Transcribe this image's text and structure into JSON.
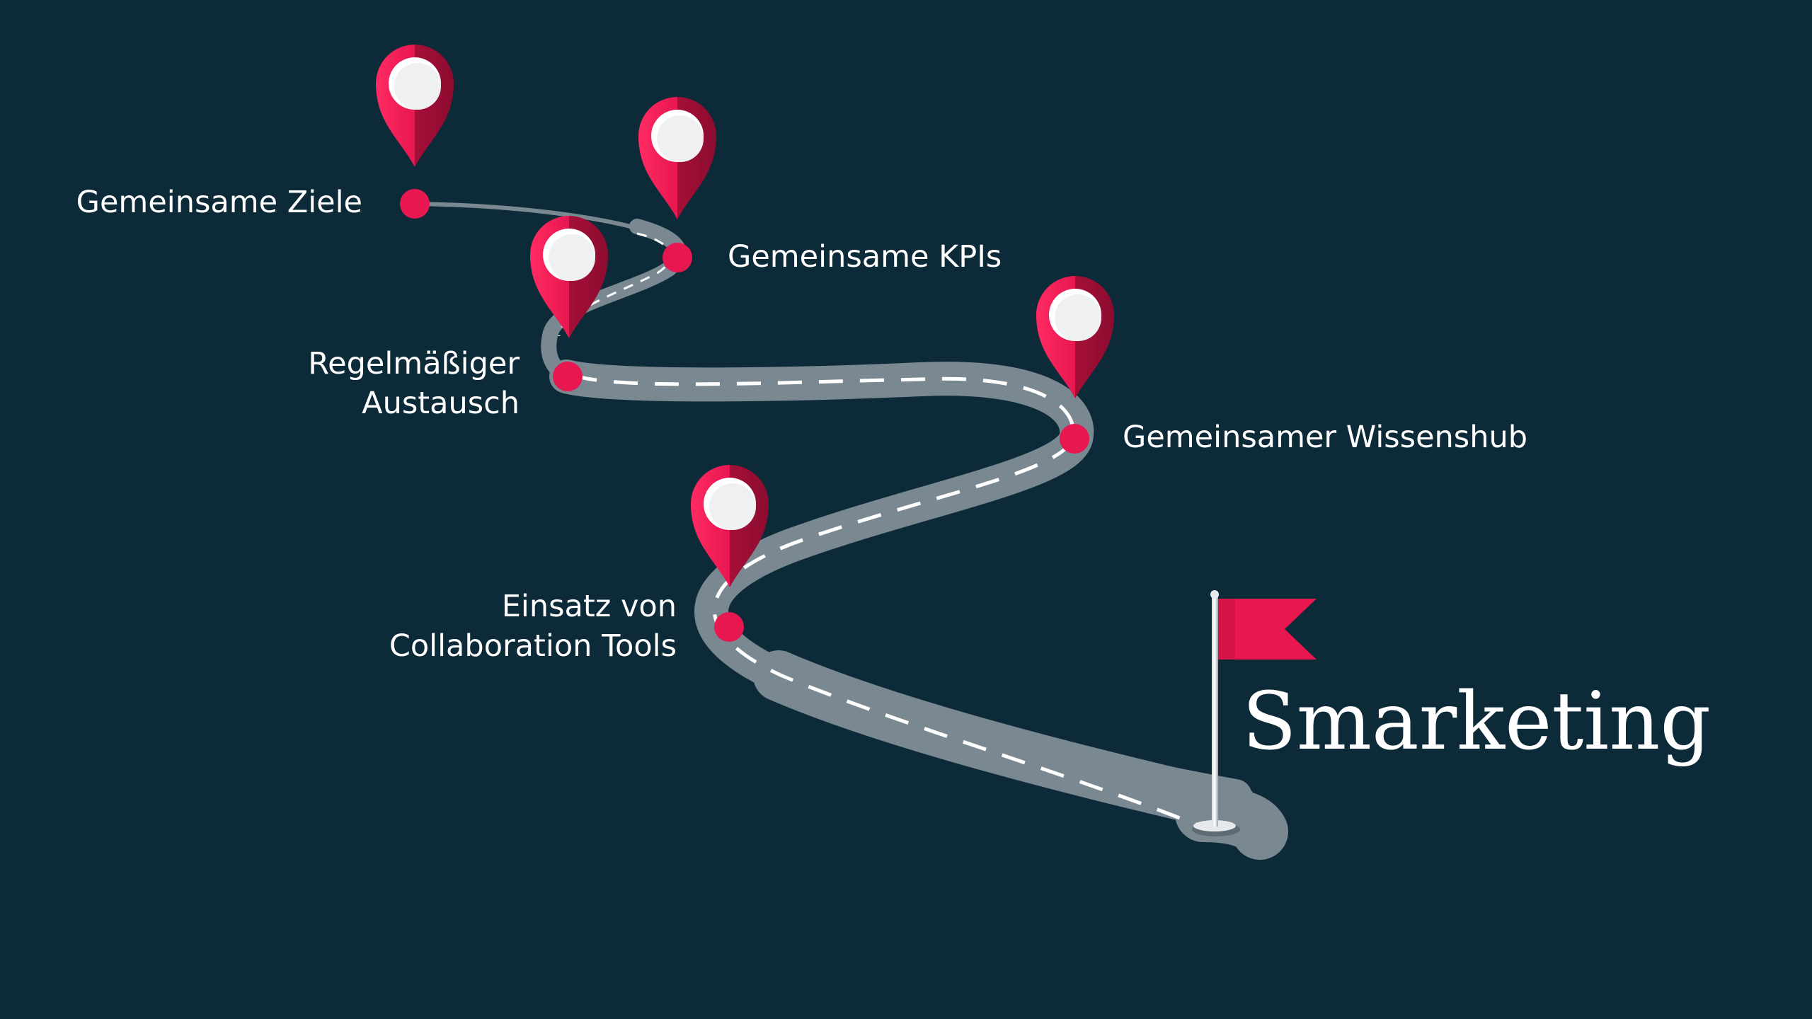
{
  "colors": {
    "background": "#0c2a38",
    "road": "#7a8891",
    "road_dash": "#ffffff",
    "pin": "#e8174f",
    "pin_dark": "#9e0f36",
    "pin_center": "#ffffff",
    "flag": "#e8174f"
  },
  "milestones": [
    {
      "label_line1": "Gemeinsame Ziele",
      "label_line2": ""
    },
    {
      "label_line1": "Gemeinsame KPIs",
      "label_line2": ""
    },
    {
      "label_line1": "Regelmäßiger",
      "label_line2": "Austausch"
    },
    {
      "label_line1": "Gemeinsamer Wissenshub",
      "label_line2": ""
    },
    {
      "label_line1": "Einsatz von",
      "label_line2": "Collaboration Tools"
    }
  ],
  "goal": {
    "title": "Smarketing",
    "icon": "flag-icon"
  },
  "icons": {
    "milestone_marker": "map-pin-icon",
    "milestone_dot": "location-dot-icon"
  }
}
